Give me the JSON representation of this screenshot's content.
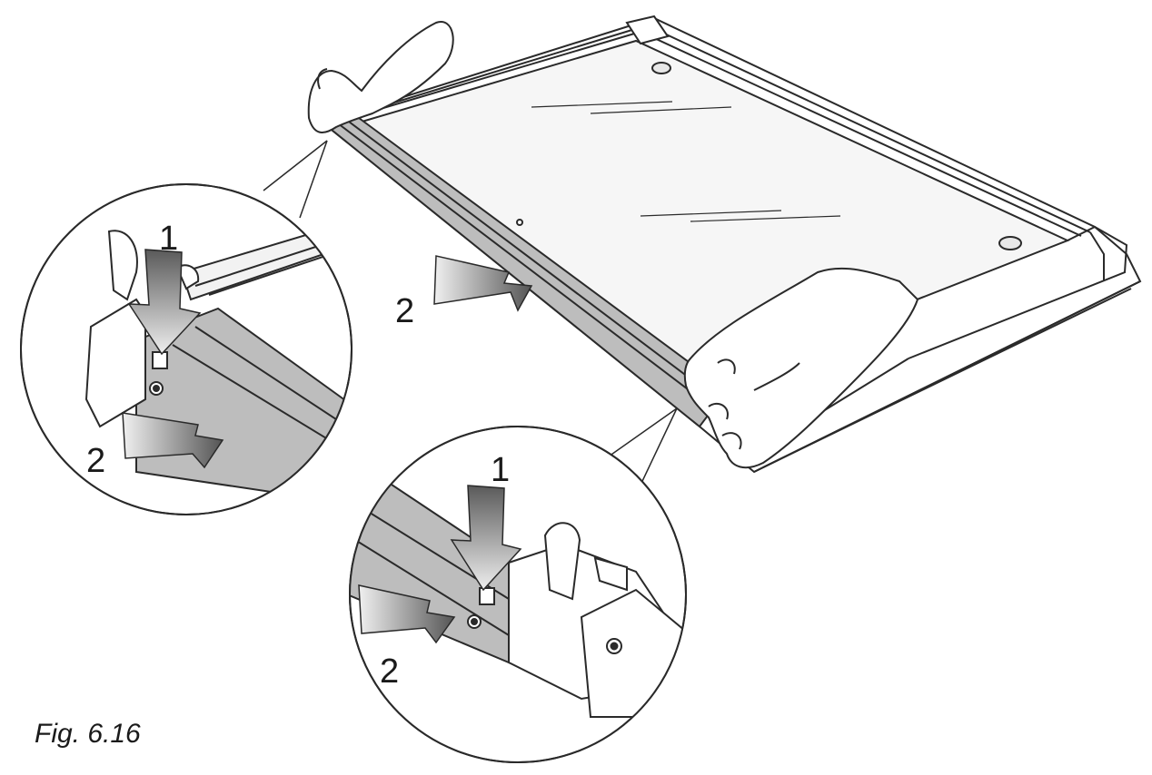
{
  "figure": {
    "caption": "Fig. 6.16",
    "labels": {
      "step1": "1",
      "step2": "2"
    }
  },
  "colors": {
    "line": "#2a2a2a",
    "glass": "#f4f4f4",
    "bar_fill": "#b9b9b9",
    "arrow_dark": "#555555",
    "arrow_light": "#e6e6e6"
  }
}
